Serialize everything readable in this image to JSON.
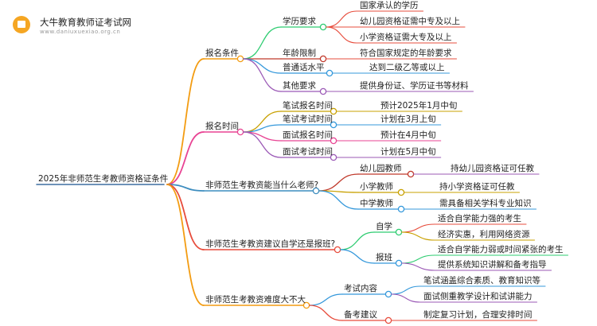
{
  "logo": {
    "title": "大牛教育教师证考试网",
    "subtitle": "www.daniuxuexiao.org.cn"
  },
  "mindmap": {
    "root": "2025年非师范生考教师资格证条件",
    "branches": [
      {
        "label": "报名条件",
        "color": "#f39c12",
        "children": [
          {
            "label": "学历要求",
            "color": "#2ecc71",
            "leaves": [
              {
                "label": "国家承认的学历",
                "color": "#e74c3c"
              },
              {
                "label": "幼儿园资格证需中专及以上",
                "color": "#e74c3c"
              },
              {
                "label": "小学资格证需大专及以上",
                "color": "#e74c3c"
              }
            ]
          },
          {
            "label": "年龄限制",
            "color": "#c0392b",
            "leaves": [
              {
                "label": "符合国家规定的年龄要求",
                "color": "#e74c3c"
              }
            ]
          },
          {
            "label": "普通话水平",
            "color": "#3498db",
            "leaves": [
              {
                "label": "达到二级乙等或以上",
                "color": "#3498db"
              }
            ]
          },
          {
            "label": "其他要求",
            "color": "#9b59b6",
            "leaves": [
              {
                "label": "提供身份证、学历证书等材料",
                "color": "#9b59b6"
              }
            ]
          }
        ]
      },
      {
        "label": "报名时间",
        "color": "#e84393",
        "children": [
          {
            "label": "笔试报名时间",
            "color": "#c8a000",
            "leaves": [
              {
                "label": "预计2025年1月中旬",
                "color": "#c8a000"
              }
            ]
          },
          {
            "label": "笔试考试时间",
            "color": "#3498db",
            "leaves": [
              {
                "label": "计划在3月上旬",
                "color": "#3498db"
              }
            ]
          },
          {
            "label": "面试报名时间",
            "color": "#e84393",
            "leaves": [
              {
                "label": "预计在4月中旬",
                "color": "#e84393"
              }
            ]
          },
          {
            "label": "面试考试时间",
            "color": "#9b59b6",
            "leaves": [
              {
                "label": "计划在5月中旬",
                "color": "#9b59b6"
              }
            ]
          }
        ]
      },
      {
        "label": "非师范生考教资能当什么老师?",
        "color": "#3d8dbf",
        "children": [
          {
            "label": "幼儿园教师",
            "color": "#c0392b",
            "leaves": [
              {
                "label": "持幼儿园资格证可任教",
                "color": "#9b59b6"
              }
            ]
          },
          {
            "label": "小学教师",
            "color": "#c8a000",
            "leaves": [
              {
                "label": "持小学资格证可任教",
                "color": "#c8a000"
              }
            ]
          },
          {
            "label": "中学教师",
            "color": "#3498db",
            "leaves": [
              {
                "label": "需具备相关学科专业知识",
                "color": "#3498db"
              }
            ]
          }
        ]
      },
      {
        "label": "非师范生考教资建议自学还是报班?",
        "color": "#e74c3c",
        "children": [
          {
            "label": "自学",
            "color": "#2ecc71",
            "leaves": [
              {
                "label": "适合自学能力强的考生",
                "color": "#e74c3c"
              },
              {
                "label": "经济实惠，利用网络资源",
                "color": "#c8a000"
              }
            ]
          },
          {
            "label": "报班",
            "color": "#3498db",
            "leaves": [
              {
                "label": "适合自学能力弱或时间紧张的考生",
                "color": "#2ecc71"
              },
              {
                "label": "提供系统知识讲解和备考指导",
                "color": "#9b59b6"
              }
            ]
          }
        ]
      },
      {
        "label": "非师范生考教资难度大不大",
        "color": "#f39c12",
        "children": [
          {
            "label": "考试内容",
            "color": "#3498db",
            "leaves": [
              {
                "label": "笔试涵盖综合素质、教育知识等",
                "color": "#3498db"
              },
              {
                "label": "面试侧重教学设计和试讲能力",
                "color": "#9b59b6"
              }
            ]
          },
          {
            "label": "备考建议",
            "color": "#e74c3c",
            "leaves": [
              {
                "label": "制定复习计划，合理安排时间",
                "color": "#e74c3c"
              }
            ]
          }
        ]
      }
    ]
  }
}
